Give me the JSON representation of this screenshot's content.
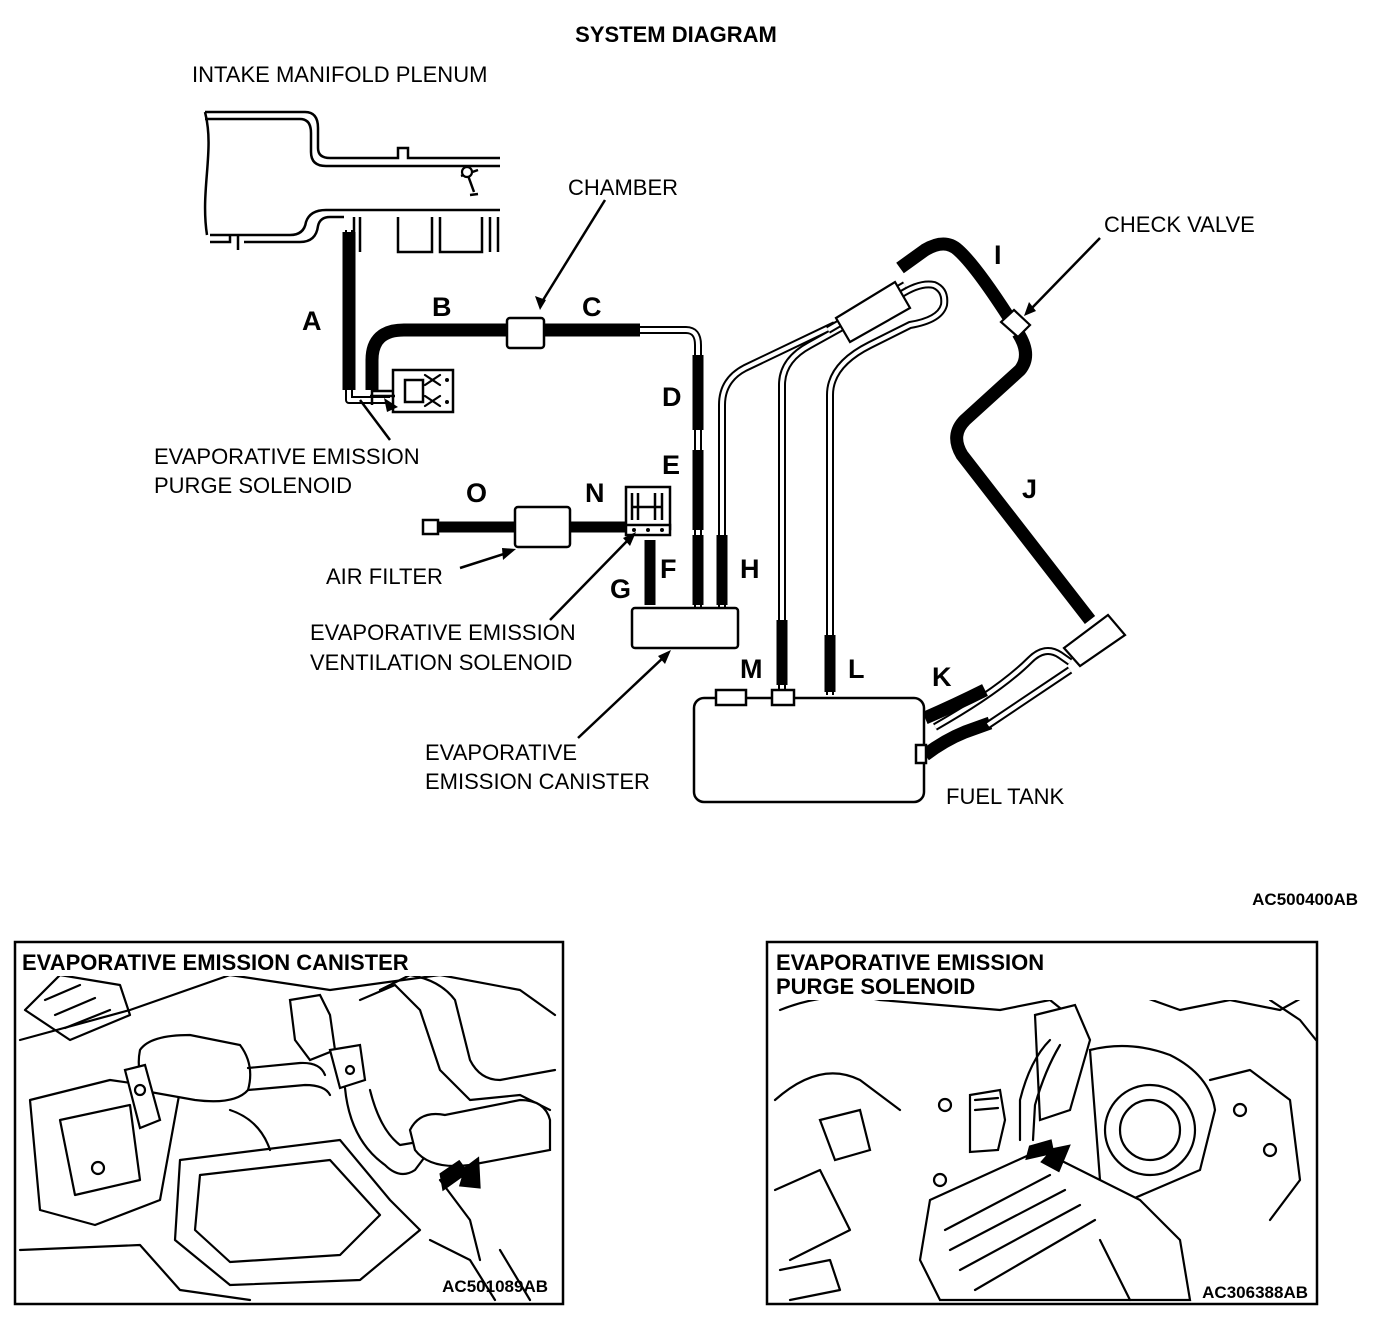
{
  "title": "SYSTEM DIAGRAM",
  "labels": {
    "intake": "INTAKE MANIFOLD PLENUM",
    "chamber": "CHAMBER",
    "check_valve": "CHECK VALVE",
    "purge_1": "EVAPORATIVE EMISSION",
    "purge_2": "PURGE SOLENOID",
    "air_filter": "AIR FILTER",
    "vent_1": "EVAPORATIVE EMISSION",
    "vent_2": "VENTILATION SOLENOID",
    "canister_1": "EVAPORATIVE",
    "canister_2": "EMISSION CANISTER",
    "fuel_tank": "FUEL TANK"
  },
  "hose_letters": {
    "A": "A",
    "B": "B",
    "C": "C",
    "D": "D",
    "E": "E",
    "F": "F",
    "G": "G",
    "H": "H",
    "I": "I",
    "J": "J",
    "K": "K",
    "L": "L",
    "M": "M",
    "N": "N",
    "O": "O"
  },
  "diagram_code": "AC500400AB",
  "panels": [
    {
      "title_1": "EVAPORATIVE EMISSION CANISTER",
      "title_2": "",
      "code": "AC501089AB"
    },
    {
      "title_1": "EVAPORATIVE EMISSION",
      "title_2": "PURGE SOLENOID",
      "code": "AC306388AB"
    }
  ],
  "colors": {
    "line": "#000000",
    "background": "#ffffff"
  }
}
